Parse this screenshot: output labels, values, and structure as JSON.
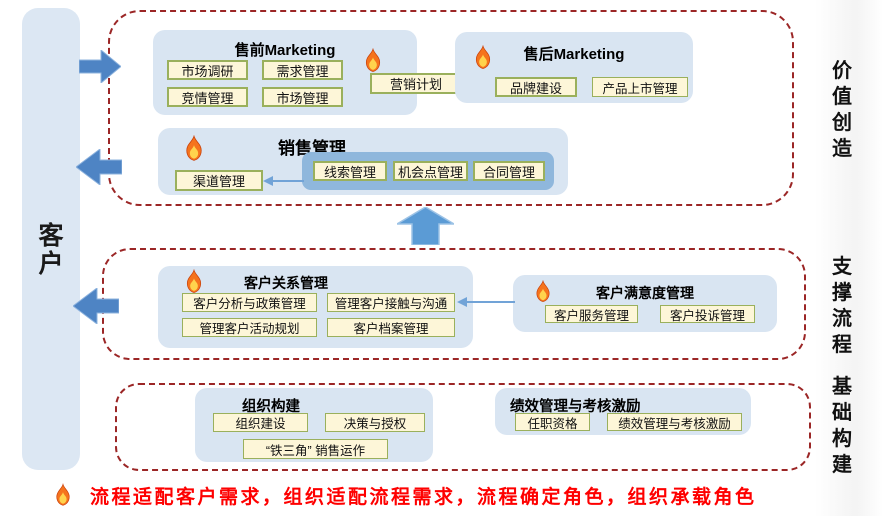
{
  "customer": {
    "label": "客户"
  },
  "side_labels": {
    "value_creation": "价值创造",
    "support": "支撑流程",
    "foundation": "基础构建"
  },
  "value_creation": {
    "pre_sales": {
      "title": "售前Marketing",
      "items": [
        "市场调研",
        "需求管理",
        "竞情管理",
        "市场管理"
      ]
    },
    "marketing_plan": {
      "label": "营销计划"
    },
    "post_sales": {
      "title": "售后Marketing",
      "items": [
        "品牌建设",
        "产品上市管理"
      ]
    },
    "sales": {
      "title": "销售管理",
      "channel": "渠道管理",
      "pipeline": [
        "线索管理",
        "机会点管理",
        "合同管理"
      ]
    }
  },
  "support": {
    "crm": {
      "title": "客户关系管理",
      "items": [
        "客户分析与政策管理",
        "管理客户接触与沟通",
        "管理客户活动规划",
        "客户档案管理"
      ]
    },
    "satisfaction": {
      "title": "客户满意度管理",
      "items": [
        "客户服务管理",
        "客户投诉管理"
      ]
    }
  },
  "foundation": {
    "org": {
      "title": "组织构建",
      "items": [
        "组织建设",
        "决策与授权"
      ],
      "wide_item": "“铁三角” 销售运作"
    },
    "performance": {
      "title": "绩效管理与考核激励",
      "items": [
        "任职资格",
        "绩效管理与考核激励"
      ]
    }
  },
  "footer": {
    "note": "流程适配客户需求，组织适配流程需求，流程确定角色，组织承载角色"
  },
  "colors": {
    "panel_blue": "#d9e5f2",
    "inner_blue": "#8fb7dc",
    "chip_bg": "#fdf6d8",
    "chip_border": "#9ab05c",
    "dashed_border": "#9b2626",
    "arrow_blue": "#4e84c4",
    "note_red": "#fe0000"
  }
}
